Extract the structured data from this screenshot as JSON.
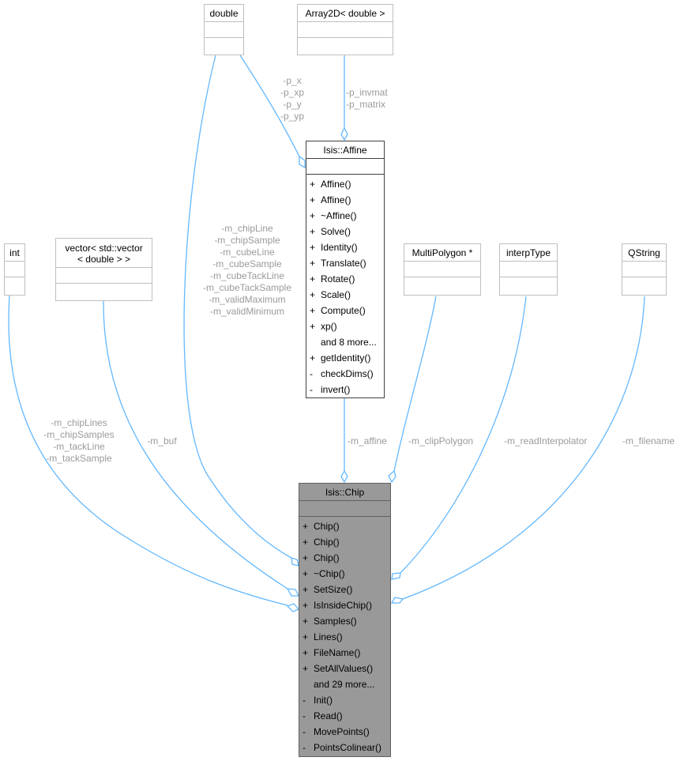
{
  "diagram_title": "Collaboration diagram for Isis::Chip",
  "colors": {
    "edge": "#63b8ff",
    "label": "#9a9a9a",
    "node_border": "#bfbfbf",
    "focus_fill": "#999999"
  },
  "nodes": {
    "double": {
      "title": "double"
    },
    "array2d": {
      "title": "Array2D< double >"
    },
    "affine": {
      "title": "Isis::Affine",
      "members": [
        {
          "vis": "+",
          "name": "Affine()"
        },
        {
          "vis": "+",
          "name": "Affine()"
        },
        {
          "vis": "+",
          "name": "~Affine()"
        },
        {
          "vis": "+",
          "name": "Solve()"
        },
        {
          "vis": "+",
          "name": "Identity()"
        },
        {
          "vis": "+",
          "name": "Translate()"
        },
        {
          "vis": "+",
          "name": "Rotate()"
        },
        {
          "vis": "+",
          "name": "Scale()"
        },
        {
          "vis": "+",
          "name": "Compute()"
        },
        {
          "vis": "+",
          "name": "xp()"
        },
        {
          "vis": "",
          "name": "and 8 more..."
        },
        {
          "vis": "+",
          "name": "getIdentity()"
        },
        {
          "vis": "-",
          "name": "checkDims()"
        },
        {
          "vis": "-",
          "name": "invert()"
        }
      ]
    },
    "int": {
      "title": "int"
    },
    "vector": {
      "title_line1": "vector< std::vector",
      "title_line2": "< double > >"
    },
    "multipolygon": {
      "title": "MultiPolygon *"
    },
    "interptype": {
      "title": "interpType"
    },
    "qstring": {
      "title": "QString"
    },
    "chip": {
      "title": "Isis::Chip",
      "members": [
        {
          "vis": "+",
          "name": "Chip()"
        },
        {
          "vis": "+",
          "name": "Chip()"
        },
        {
          "vis": "+",
          "name": "Chip()"
        },
        {
          "vis": "+",
          "name": "~Chip()"
        },
        {
          "vis": "+",
          "name": "SetSize()"
        },
        {
          "vis": "+",
          "name": "IsInsideChip()"
        },
        {
          "vis": "+",
          "name": "Samples()"
        },
        {
          "vis": "+",
          "name": "Lines()"
        },
        {
          "vis": "+",
          "name": "FileName()"
        },
        {
          "vis": "+",
          "name": "SetAllValues()"
        },
        {
          "vis": "",
          "name": "and 29 more..."
        },
        {
          "vis": "-",
          "name": "Init()"
        },
        {
          "vis": "-",
          "name": "Read()"
        },
        {
          "vis": "-",
          "name": "MovePoints()"
        },
        {
          "vis": "-",
          "name": "PointsColinear()"
        }
      ]
    }
  },
  "edge_labels": {
    "double_to_affine": [
      "-p_x",
      "-p_xp",
      "-p_y",
      "-p_yp"
    ],
    "array2d_to_affine": [
      "-p_invmat",
      "-p_matrix"
    ],
    "double_to_chip": [
      "-m_chipLine",
      "-m_chipSample",
      "-m_cubeLine",
      "-m_cubeSample",
      "-m_cubeTackLine",
      "-m_cubeTackSample",
      "-m_validMaximum",
      "-m_validMinimum"
    ],
    "int_to_chip": [
      "-m_chipLines",
      "-m_chipSamples",
      "-m_tackLine",
      "-m_tackSample"
    ],
    "vector_to_chip": [
      "-m_buf"
    ],
    "affine_to_chip": [
      "-m_affine"
    ],
    "multipolygon_to_chip": [
      "-m_clipPolygon"
    ],
    "interptype_to_chip": [
      "-m_readInterpolator"
    ],
    "qstring_to_chip": [
      "-m_filename"
    ]
  }
}
